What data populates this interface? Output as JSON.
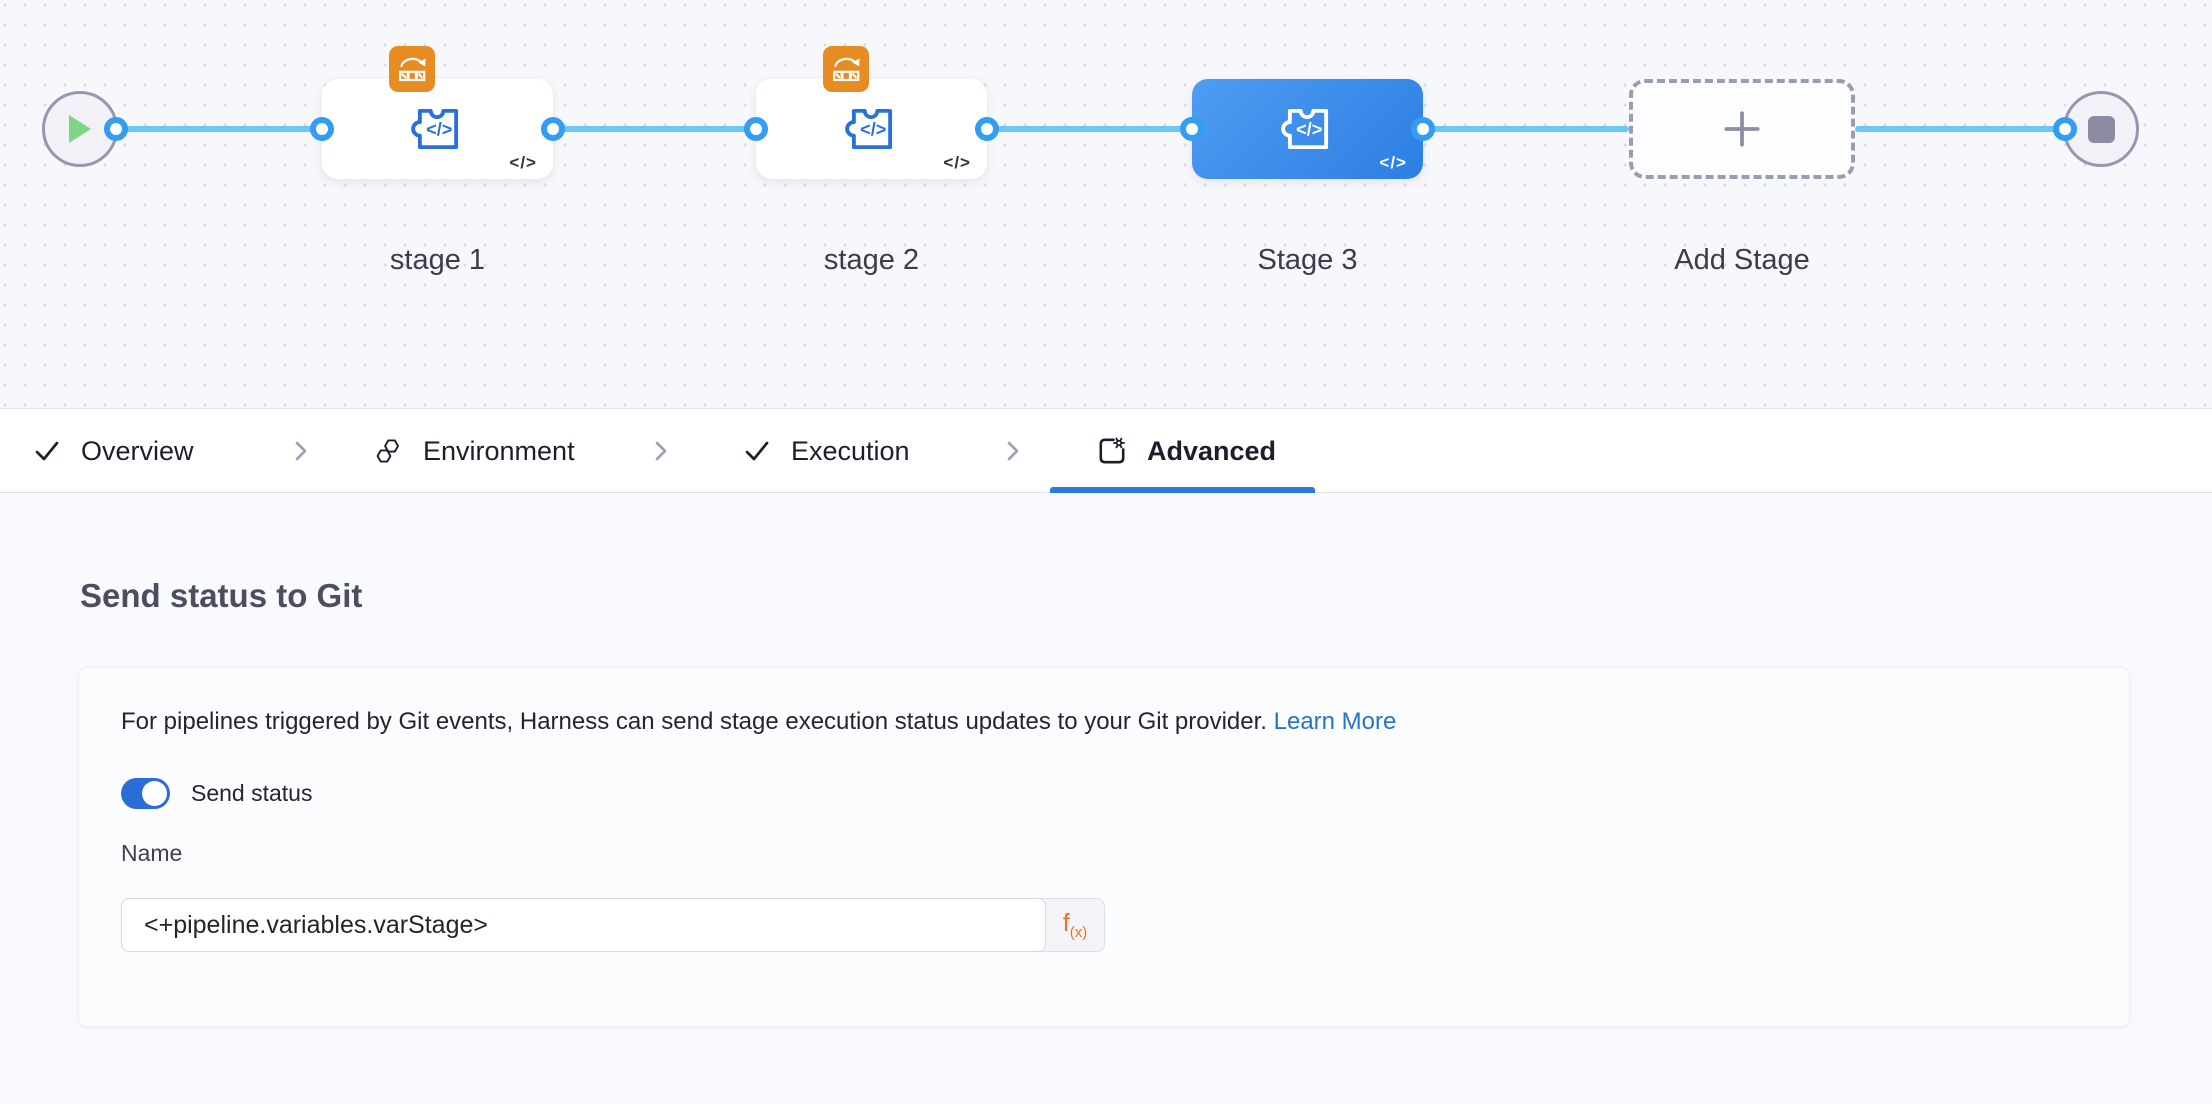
{
  "canvas": {
    "stages": [
      {
        "label": "stage 1"
      },
      {
        "label": "stage 2"
      },
      {
        "label": "Stage 3"
      }
    ],
    "add_stage_label": "Add Stage"
  },
  "icons": {
    "code_glyph": "</>"
  },
  "tabs": {
    "overview": "Overview",
    "environment": "Environment",
    "execution": "Execution",
    "advanced": "Advanced"
  },
  "panel": {
    "heading": "Send status to Git",
    "description": "For pipelines triggered by Git events, Harness can send stage execution status updates to your Git provider.",
    "learn_more_label": "Learn More",
    "toggle_label": "Send status",
    "name_label": "Name",
    "name_value": "<+pipeline.variables.varStage>",
    "fx_f": "f",
    "fx_sub": "(x)"
  },
  "colors": {
    "accent_blue": "#2a79dd",
    "selected_stage_start": "#4d9df2",
    "selected_stage_end": "#2d7ee3",
    "connector_line": "#6dc7f4",
    "connector_dot": "#339df2",
    "badge_orange": "#e78c23",
    "link_blue": "#2574c9",
    "fx_orange": "#ee7224",
    "toggle_on_blue": "#2b6dd4"
  }
}
